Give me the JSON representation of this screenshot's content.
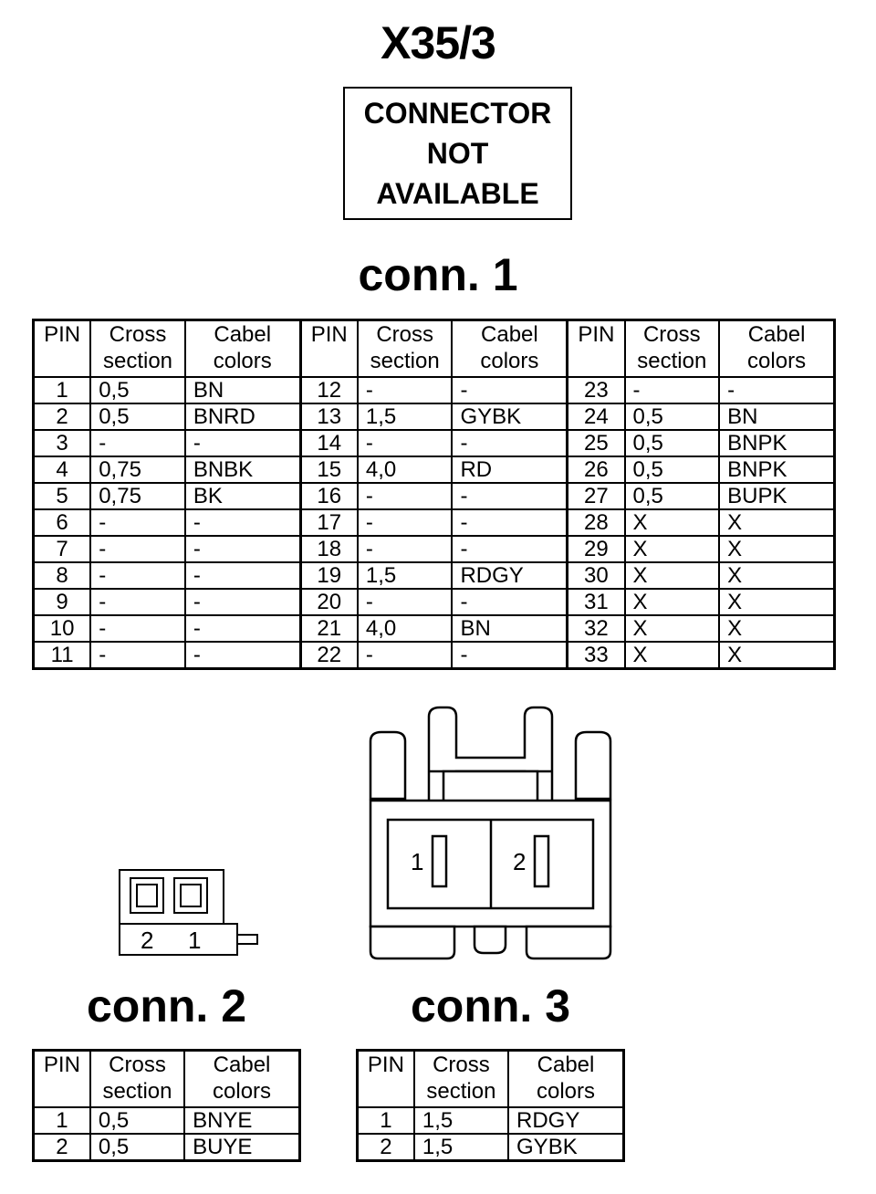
{
  "title": "X35/3",
  "notice": [
    "CONNECTOR",
    "NOT",
    "AVAILABLE"
  ],
  "headers": {
    "pin": "PIN",
    "cross": [
      "Cross",
      "section"
    ],
    "colors": [
      "Cabel",
      "colors"
    ]
  },
  "conn1": {
    "title": "conn. 1",
    "rows": [
      [
        [
          "1",
          "0,5",
          "BN"
        ],
        [
          "12",
          "-",
          "-"
        ],
        [
          "23",
          "-",
          "-"
        ]
      ],
      [
        [
          "2",
          "0,5",
          "BNRD"
        ],
        [
          "13",
          "1,5",
          "GYBK"
        ],
        [
          "24",
          "0,5",
          "BN"
        ]
      ],
      [
        [
          "3",
          "-",
          "-"
        ],
        [
          "14",
          "-",
          "-"
        ],
        [
          "25",
          "0,5",
          "BNPK"
        ]
      ],
      [
        [
          "4",
          "0,75",
          "BNBK"
        ],
        [
          "15",
          "4,0",
          "RD"
        ],
        [
          "26",
          "0,5",
          "BNPK"
        ]
      ],
      [
        [
          "5",
          "0,75",
          "BK"
        ],
        [
          "16",
          "-",
          "-"
        ],
        [
          "27",
          "0,5",
          "BUPK"
        ]
      ],
      [
        [
          "6",
          "-",
          "-"
        ],
        [
          "17",
          "-",
          "-"
        ],
        [
          "28",
          "X",
          "X"
        ]
      ],
      [
        [
          "7",
          "-",
          "-"
        ],
        [
          "18",
          "-",
          "-"
        ],
        [
          "29",
          "X",
          "X"
        ]
      ],
      [
        [
          "8",
          "-",
          "-"
        ],
        [
          "19",
          "1,5",
          "RDGY"
        ],
        [
          "30",
          "X",
          "X"
        ]
      ],
      [
        [
          "9",
          "-",
          "-"
        ],
        [
          "20",
          "-",
          "-"
        ],
        [
          "31",
          "X",
          "X"
        ]
      ],
      [
        [
          "10",
          "-",
          "-"
        ],
        [
          "21",
          "4,0",
          "BN"
        ],
        [
          "32",
          "X",
          "X"
        ]
      ],
      [
        [
          "11",
          "-",
          "-"
        ],
        [
          "22",
          "-",
          "-"
        ],
        [
          "33",
          "X",
          "X"
        ]
      ]
    ]
  },
  "conn2": {
    "title": "conn. 2",
    "diagram_labels": [
      "2",
      "1"
    ],
    "rows": [
      [
        "1",
        "0,5",
        "BNYE"
      ],
      [
        "2",
        "0,5",
        "BUYE"
      ]
    ]
  },
  "conn3": {
    "title": "conn. 3",
    "diagram_labels": [
      "1",
      "2"
    ],
    "rows": [
      [
        "1",
        "1,5",
        "RDGY"
      ],
      [
        "2",
        "1,5",
        "GYBK"
      ]
    ]
  }
}
